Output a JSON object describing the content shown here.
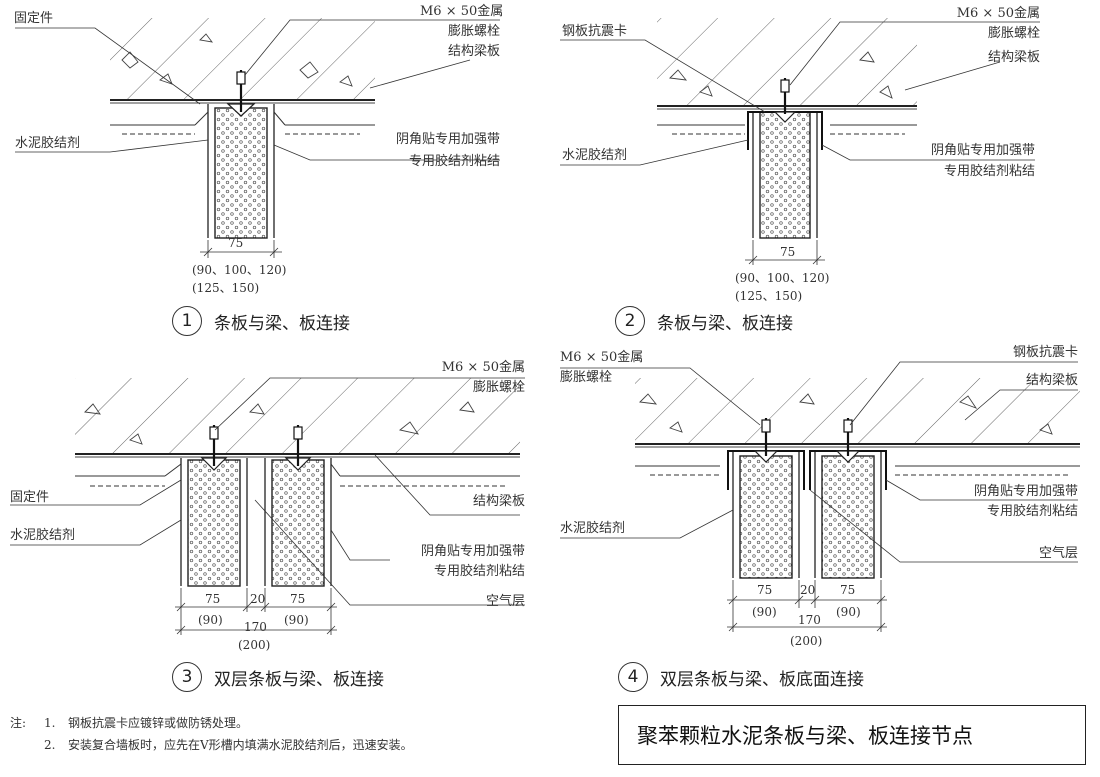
{
  "diagrams": [
    {
      "caption_num": "1",
      "caption": "条板与梁、板连接",
      "labels": {
        "fixing": "固定件",
        "bolt1": "M6 × 50金属",
        "bolt2": "膨胀螺栓",
        "slab": "结构梁板",
        "cement": "水泥胶结剂",
        "tape1": "阴角贴专用加强带",
        "tape2": "专用胶结剂粘结"
      },
      "dims": {
        "w": "75",
        "alt1": "(90、100、120)",
        "alt2": "(125、150)"
      }
    },
    {
      "caption_num": "2",
      "caption": "条板与梁、板连接",
      "labels": {
        "clip": "钢板抗震卡",
        "bolt1": "M6 × 50金属",
        "bolt2": "膨胀螺栓",
        "slab": "结构梁板",
        "cement": "水泥胶结剂",
        "tape1": "阴角贴专用加强带",
        "tape2": "专用胶结剂粘结"
      },
      "dims": {
        "w": "75",
        "alt1": "(90、100、120)",
        "alt2": "(125、150)"
      }
    },
    {
      "caption_num": "3",
      "caption": "双层条板与梁、板连接",
      "labels": {
        "bolt1": "M6 × 50金属",
        "bolt2": "膨胀螺栓",
        "slab": "结构梁板",
        "fixing": "固定件",
        "cement": "水泥胶结剂",
        "tape1": "阴角贴专用加强带",
        "tape2": "专用胶结剂粘结",
        "air": "空气层"
      },
      "dims": {
        "a": "75",
        "b": "20",
        "c": "75",
        "a2": "(90)",
        "c2": "(90)",
        "total": "170",
        "total2": "(200)"
      }
    },
    {
      "caption_num": "4",
      "caption": "双层条板与梁、板底面连接",
      "labels": {
        "bolt1": "M6 × 50金属",
        "bolt2": "膨胀螺栓",
        "clip": "钢板抗震卡",
        "slab": "结构梁板",
        "cement": "水泥胶结剂",
        "tape1": "阴角贴专用加强带",
        "tape2": "专用胶结剂粘结",
        "air": "空气层"
      },
      "dims": {
        "a": "75",
        "b": "20",
        "c": "75",
        "a2": "(90)",
        "c2": "(90)",
        "total": "170",
        "total2": "(200)"
      }
    }
  ],
  "notes": {
    "prefix": "注:",
    "items": [
      {
        "n": "1.",
        "text": "钢板抗震卡应镀锌或做防锈处理。"
      },
      {
        "n": "2.",
        "text": "安装复合墙板时，应先在V形槽内填满水泥胶结剂后，迅速安装。"
      }
    ]
  },
  "title": "聚苯颗粒水泥条板与梁、板连接节点"
}
